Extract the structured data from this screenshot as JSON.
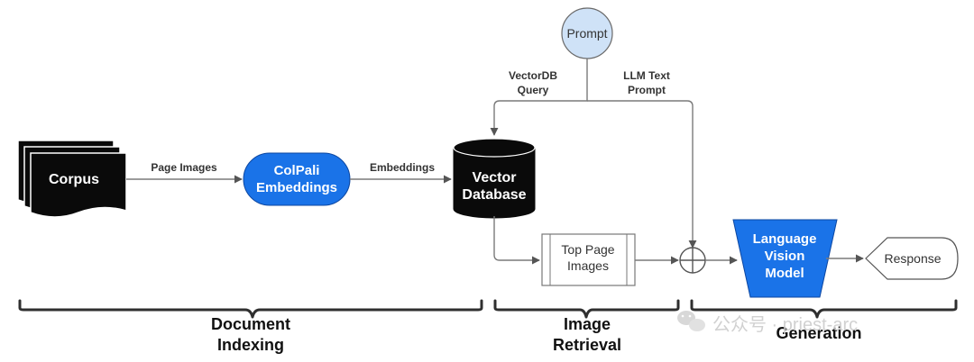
{
  "nodes": {
    "corpus": "Corpus",
    "colpali": [
      "ColPali",
      "Embeddings"
    ],
    "vector_db": [
      "Vector",
      "Database"
    ],
    "prompt": "Prompt",
    "top_pages": [
      "Top Page",
      "Images"
    ],
    "lvm": [
      "Language",
      "Vision",
      "Model"
    ],
    "response": "Response"
  },
  "edges": {
    "page_images": "Page Images",
    "embeddings": "Embeddings",
    "vectordb_query": [
      "VectorDB",
      "Query"
    ],
    "llm_text_prompt": [
      "LLM Text",
      "Prompt"
    ]
  },
  "sections": {
    "indexing": [
      "Document",
      "Indexing"
    ],
    "retrieval": [
      "Image",
      "Retrieval"
    ],
    "generation": "Generation"
  },
  "watermark": "公众号 · priest-arc",
  "colors": {
    "accent_blue": "#1a73e8",
    "dark_node": "#0a0a0a",
    "prompt_fill": "#cfe2f7"
  }
}
